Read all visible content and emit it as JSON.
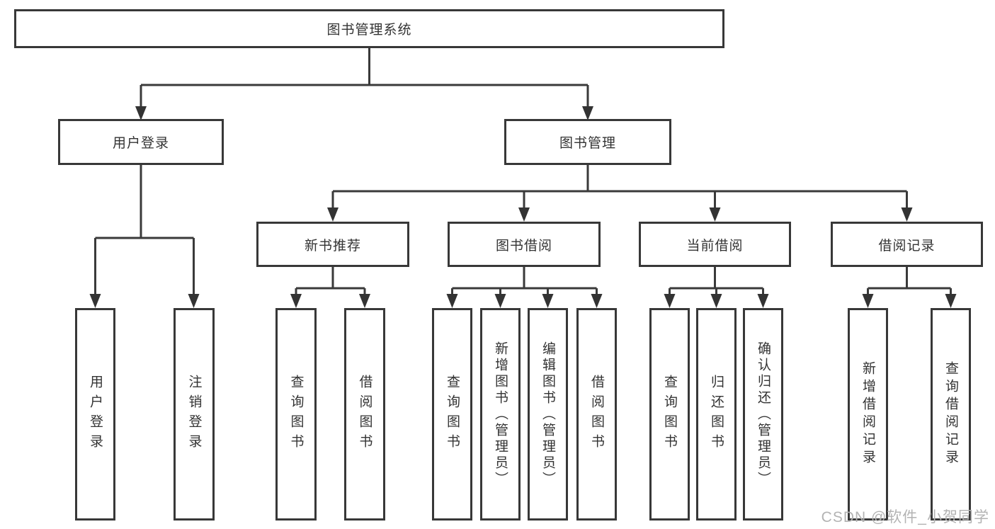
{
  "diagram": {
    "title": "图书管理系统",
    "tree": {
      "root": {
        "label": "图书管理系统",
        "children": [
          {
            "label": "用户登录",
            "children": [
              {
                "label": "用户登录"
              },
              {
                "label": "注销登录"
              }
            ]
          },
          {
            "label": "图书管理",
            "children": [
              {
                "label": "新书推荐",
                "children": [
                  {
                    "label": "查询图书"
                  },
                  {
                    "label": "借阅图书"
                  }
                ]
              },
              {
                "label": "图书借阅",
                "children": [
                  {
                    "label": "查询图书"
                  },
                  {
                    "label": "新增图书（管理员）"
                  },
                  {
                    "label": "编辑图书（管理员）"
                  },
                  {
                    "label": "借阅图书"
                  }
                ]
              },
              {
                "label": "当前借阅",
                "children": [
                  {
                    "label": "查询图书"
                  },
                  {
                    "label": "归还图书"
                  },
                  {
                    "label": "确认归还（管理员）"
                  }
                ]
              },
              {
                "label": "借阅记录",
                "children": [
                  {
                    "label": "新增借阅记录"
                  },
                  {
                    "label": "查询借阅记录"
                  }
                ]
              }
            ]
          }
        ]
      }
    },
    "colors": {
      "line": "#3a3a3a",
      "box_border": "#383838",
      "text": "#333333",
      "watermark_text": "#b3b3b3",
      "background": "#ffffff"
    }
  },
  "watermark": "CSDN @软件_小贺同学"
}
